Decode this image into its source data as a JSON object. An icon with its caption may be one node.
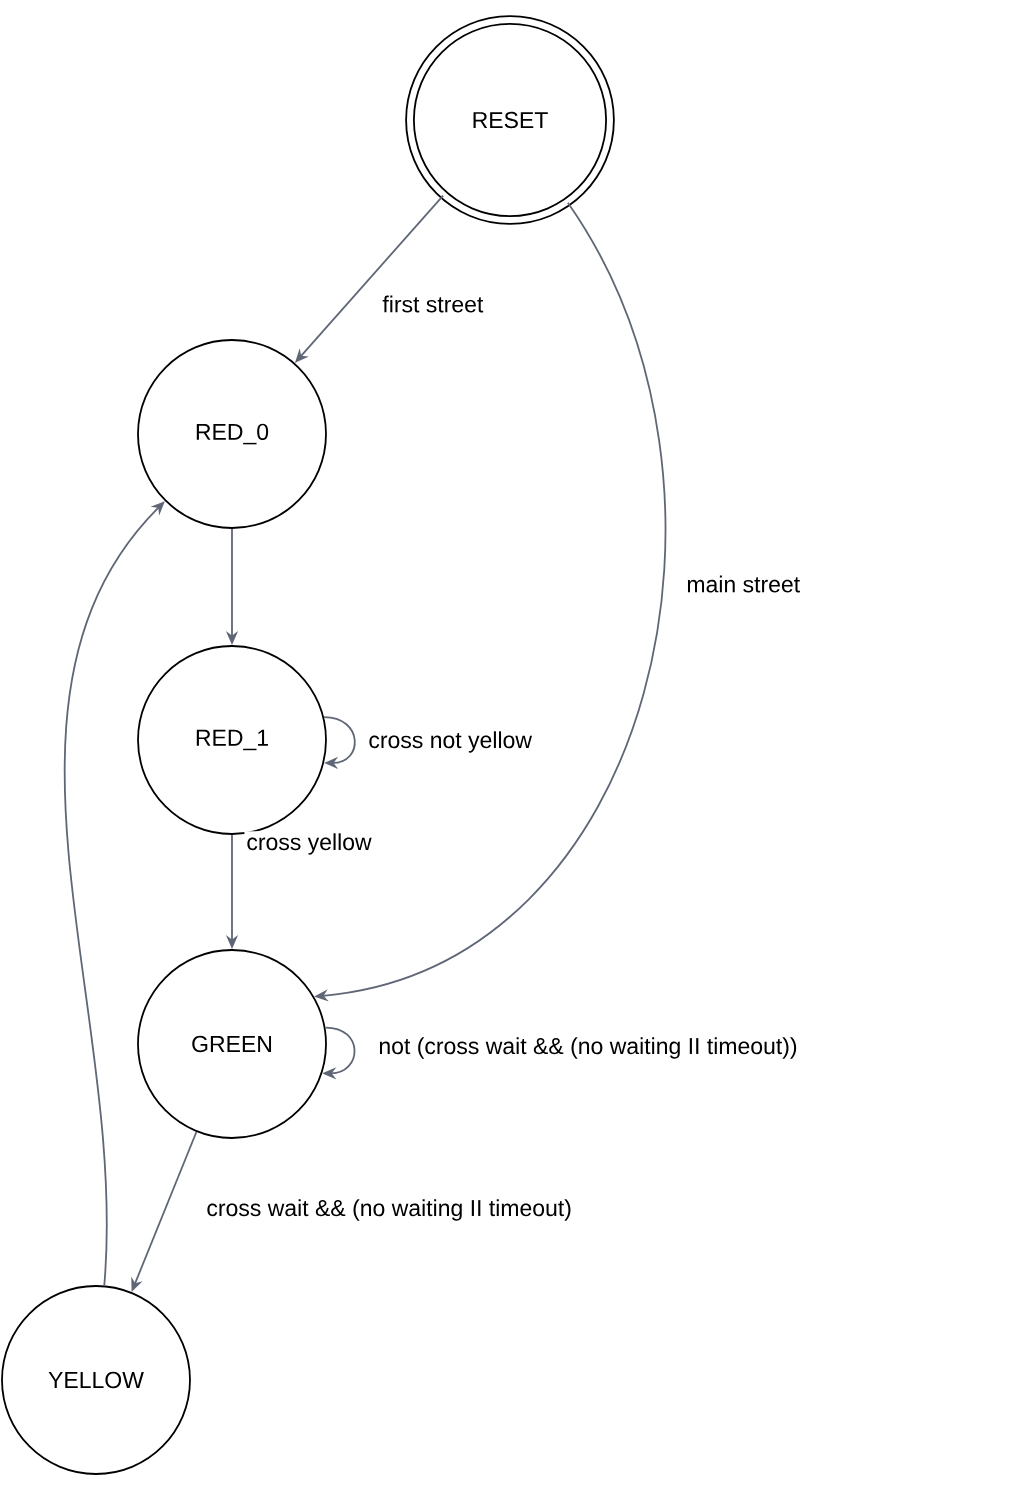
{
  "diagram": {
    "nodes": [
      {
        "text": [
          "RESET"
        ]
      },
      {
        "text": [
          "RED_0"
        ]
      },
      {
        "text": [
          "RED_1"
        ]
      },
      {
        "text": [
          "GREEN"
        ]
      },
      {
        "text": [
          "YELLOW"
        ]
      }
    ],
    "edges": [
      {
        "from": 0,
        "to": 1,
        "arrow": "to",
        "label": "first street"
      },
      {
        "from": 0,
        "to": 3,
        "arrow": "to",
        "label": "main street"
      },
      {
        "from": 1,
        "to": 2,
        "arrow": "to"
      },
      {
        "from": 2,
        "to": 2,
        "arrow": "to",
        "label": "cross not yellow"
      },
      {
        "from": 2,
        "to": 3,
        "arrow": "to",
        "label": "cross yellow"
      },
      {
        "from": 3,
        "to": 3,
        "arrow": "to",
        "label": "not (cross wait && (no waiting II timeout))"
      },
      {
        "from": 3,
        "to": 4,
        "arrow": "to",
        "label": "cross wait && (no waiting II timeout)"
      },
      {
        "from": 4,
        "to": 1,
        "arrow": "to"
      }
    ]
  }
}
